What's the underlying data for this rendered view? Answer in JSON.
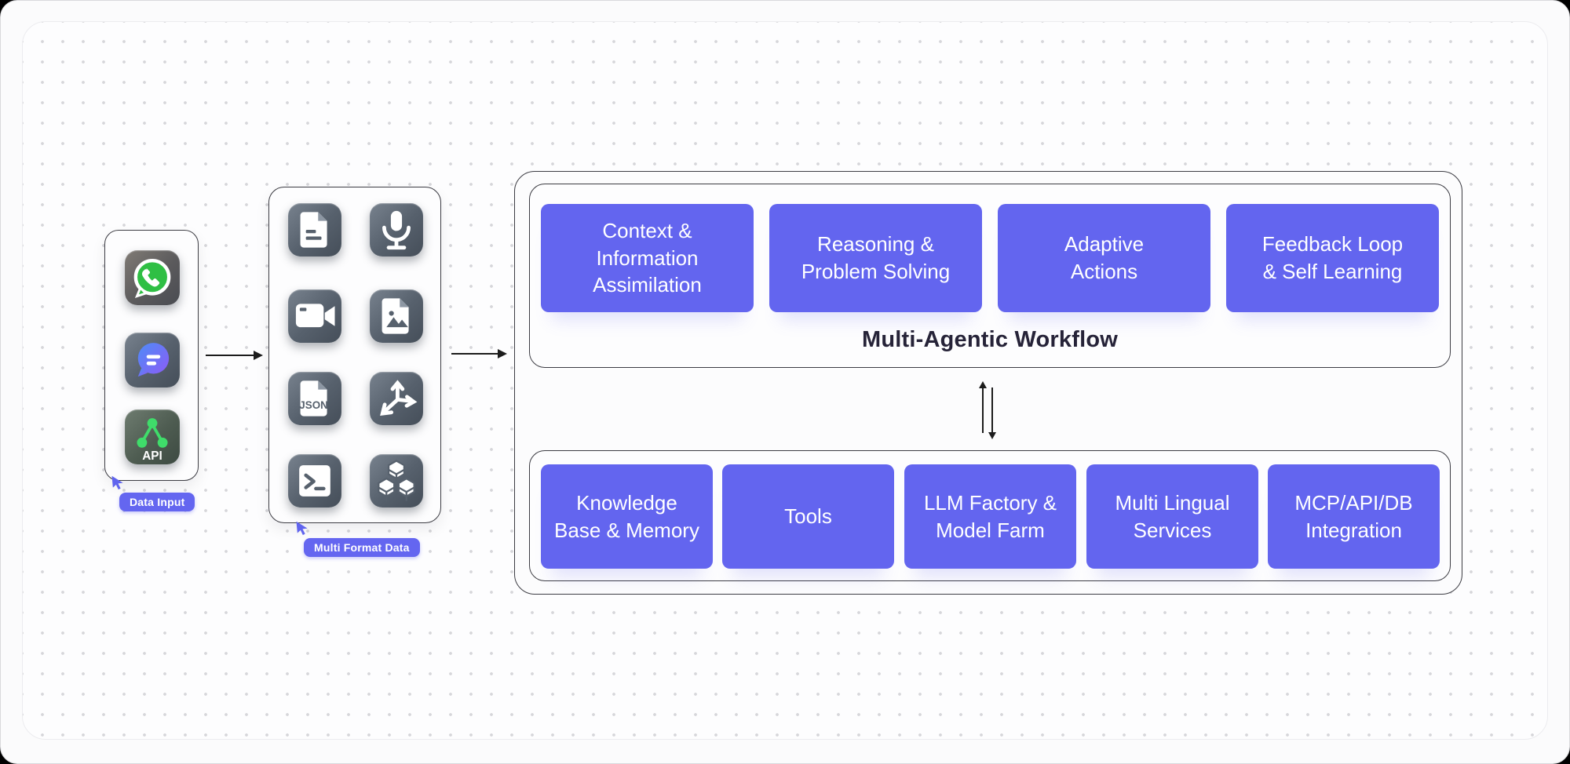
{
  "colors": {
    "box_fill": "#6365ef",
    "box_text": "#ffffff",
    "pill_fill": "#6466f0",
    "node_border": "#3c3c43",
    "workflow_title_color": "#262338",
    "connector": "#1c1c1c",
    "canvas_dot": "#d6d6da",
    "whatsapp_green": "#2fbf44",
    "chat_gradient": [
      "#4e8cf7",
      "#8b5cf6"
    ],
    "api_green": "#3fdc6a",
    "tile_slate": [
      "#78828e",
      "#454e59"
    ]
  },
  "data_input_group": {
    "label": "Data Input",
    "icons": [
      {
        "name": "whatsapp-icon"
      },
      {
        "name": "chat-icon"
      },
      {
        "name": "api-icon",
        "text": "API"
      }
    ]
  },
  "multi_format_group": {
    "label": "Multi Format Data",
    "icons": [
      {
        "name": "document-icon"
      },
      {
        "name": "microphone-icon"
      },
      {
        "name": "video-icon"
      },
      {
        "name": "image-file-icon"
      },
      {
        "name": "json-file-icon",
        "text": "JSON"
      },
      {
        "name": "split-arrows-icon"
      },
      {
        "name": "terminal-icon"
      },
      {
        "name": "cubes-icon"
      }
    ]
  },
  "workflow": {
    "title": "Multi-Agentic Workflow",
    "top_boxes": [
      {
        "label": "Context &\nInformation\nAssimilation"
      },
      {
        "label": "Reasoning &\nProblem Solving"
      },
      {
        "label": "Adaptive\nActions"
      },
      {
        "label": "Feedback Loop\n& Self Learning"
      }
    ],
    "bottom_boxes": [
      {
        "label": "Knowledge\nBase & Memory"
      },
      {
        "label": "Tools"
      },
      {
        "label": "LLM Factory &\nModel Farm"
      },
      {
        "label": "Multi Lingual\nServices"
      },
      {
        "label": "MCP/API/DB\nIntegration"
      }
    ]
  }
}
